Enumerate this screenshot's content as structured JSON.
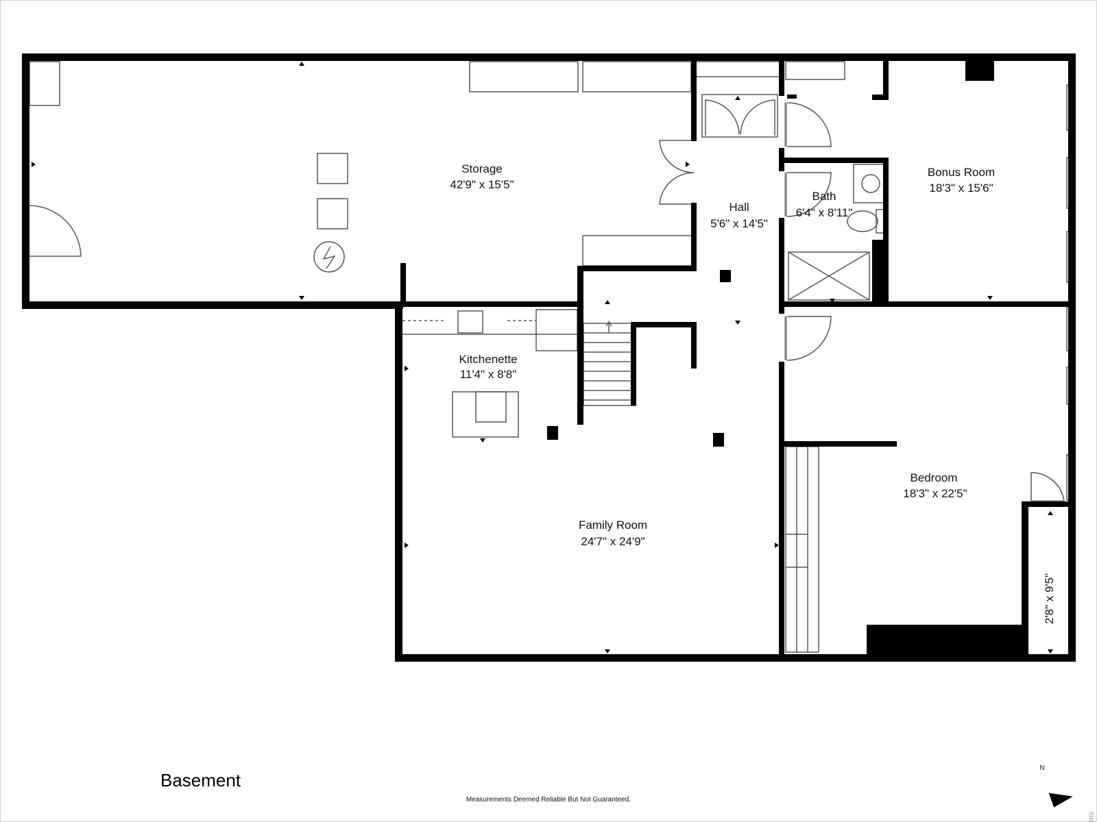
{
  "plan": {
    "floor_label": "Basement",
    "disclaimer": "Measurements Deemed Reliable But Not Guaranteed.",
    "watermark": "MARIS",
    "north_label": "N",
    "wall_color": "#000000",
    "fixture_color": "#555555"
  },
  "rooms": {
    "storage": {
      "name": "Storage",
      "dims": "42'9\" x 15'5\""
    },
    "hall": {
      "name": "Hall",
      "dims": "5'6\" x 14'5\""
    },
    "bath": {
      "name": "Bath",
      "dims": "6'4\" x 8'11\""
    },
    "bonus": {
      "name": "Bonus Room",
      "dims": "18'3\" x 15'6\""
    },
    "kitchenette": {
      "name": "Kitchenette",
      "dims": "11'4\" x 8'8\""
    },
    "family": {
      "name": "Family Room",
      "dims": "24'7\" x 24'9\""
    },
    "bedroom": {
      "name": "Bedroom",
      "dims": "18'3\" x 22'5\""
    },
    "closet": {
      "dims": "2'8\" x 9'5\""
    }
  }
}
